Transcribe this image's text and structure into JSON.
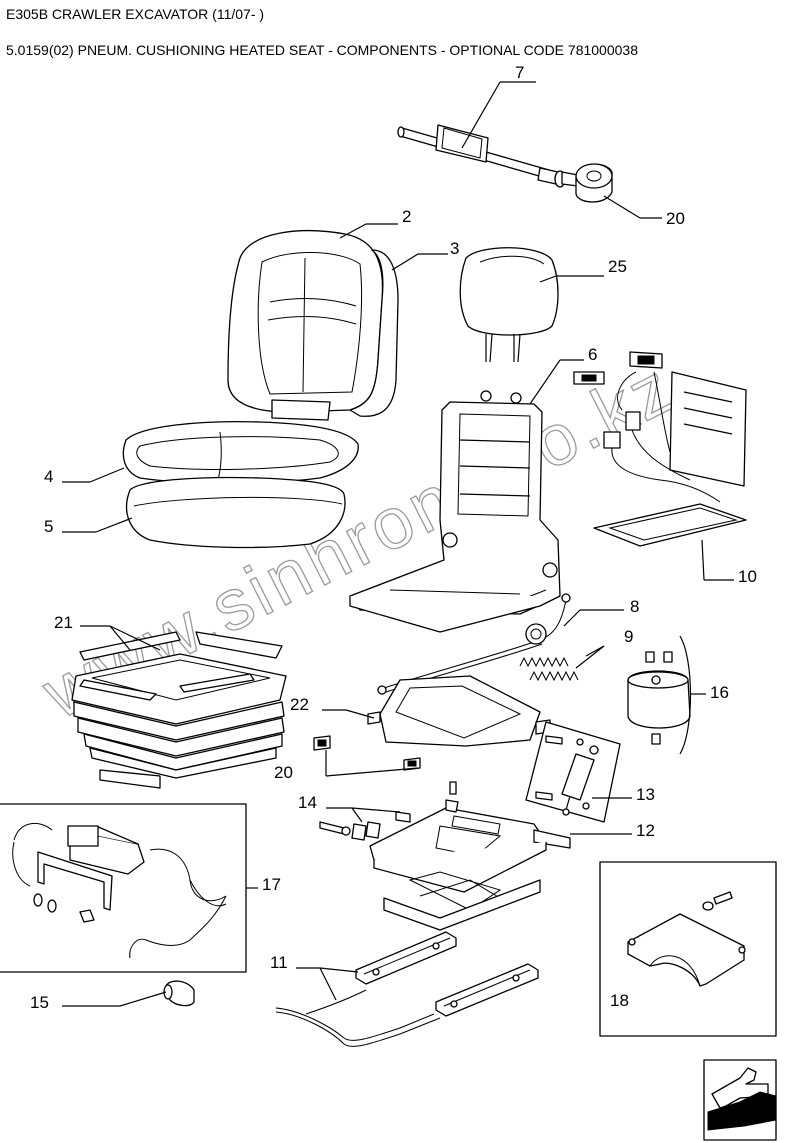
{
  "header": {
    "line1": "E305B CRAWLER EXCAVATOR (11/07- )",
    "line2": "5.0159(02) PNEUM. CUSHIONING HEATED SEAT - COMPONENTS - OPTIONAL CODE 781000038"
  },
  "watermark": "www.sinhron-too.kz",
  "callouts": [
    "7",
    "20",
    "2",
    "3",
    "25",
    "6",
    "4",
    "5",
    "10",
    "8",
    "21",
    "9",
    "16",
    "22",
    "20",
    "13",
    "14",
    "12",
    "17",
    "11",
    "15",
    "18"
  ],
  "icons": {
    "next_page": "arrow-icon"
  },
  "colors": {
    "ink": "#000000",
    "watermark": "#9a9a9a",
    "background": "#ffffff"
  }
}
